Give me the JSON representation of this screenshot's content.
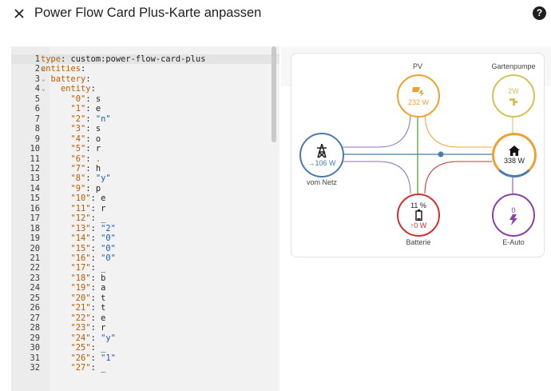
{
  "header": {
    "title": "Power Flow Card Plus-Karte anpassen",
    "help": "?"
  },
  "editor": {
    "lines": [
      {
        "n": "1",
        "fold": "",
        "html": [
          [
            "k",
            "type"
          ],
          [
            "p",
            ": custom:power-flow-card-plus"
          ]
        ]
      },
      {
        "n": "2",
        "fold": "v",
        "html": [
          [
            "k",
            "entities"
          ],
          [
            "p",
            ":"
          ]
        ]
      },
      {
        "n": "3",
        "fold": "v",
        "html": [
          [
            "p",
            "  "
          ],
          [
            "k",
            "battery"
          ],
          [
            "p",
            ":"
          ]
        ]
      },
      {
        "n": "4",
        "fold": "v",
        "html": [
          [
            "p",
            "    "
          ],
          [
            "k",
            "entity"
          ],
          [
            "p",
            ":"
          ]
        ]
      },
      {
        "n": "5",
        "fold": "",
        "html": [
          [
            "p",
            "      "
          ],
          [
            "k",
            "\"0\""
          ],
          [
            "p",
            ": s"
          ]
        ]
      },
      {
        "n": "6",
        "fold": "",
        "html": [
          [
            "p",
            "      "
          ],
          [
            "k",
            "\"1\""
          ],
          [
            "p",
            ": e"
          ]
        ]
      },
      {
        "n": "7",
        "fold": "",
        "html": [
          [
            "p",
            "      "
          ],
          [
            "k",
            "\"2\""
          ],
          [
            "p",
            ": "
          ],
          [
            "s",
            "\"n\""
          ]
        ]
      },
      {
        "n": "8",
        "fold": "",
        "html": [
          [
            "p",
            "      "
          ],
          [
            "k",
            "\"3\""
          ],
          [
            "p",
            ": s"
          ]
        ]
      },
      {
        "n": "9",
        "fold": "",
        "html": [
          [
            "p",
            "      "
          ],
          [
            "k",
            "\"4\""
          ],
          [
            "p",
            ": o"
          ]
        ]
      },
      {
        "n": "10",
        "fold": "",
        "html": [
          [
            "p",
            "      "
          ],
          [
            "k",
            "\"5\""
          ],
          [
            "p",
            ": r"
          ]
        ]
      },
      {
        "n": "11",
        "fold": "",
        "html": [
          [
            "p",
            "      "
          ],
          [
            "k",
            "\"6\""
          ],
          [
            "p",
            ": "
          ],
          [
            "k",
            "."
          ]
        ]
      },
      {
        "n": "12",
        "fold": "",
        "html": [
          [
            "p",
            "      "
          ],
          [
            "k",
            "\"7\""
          ],
          [
            "p",
            ": h"
          ]
        ]
      },
      {
        "n": "13",
        "fold": "",
        "html": [
          [
            "p",
            "      "
          ],
          [
            "k",
            "\"8\""
          ],
          [
            "p",
            ": "
          ],
          [
            "s",
            "\"y\""
          ]
        ]
      },
      {
        "n": "14",
        "fold": "",
        "html": [
          [
            "p",
            "      "
          ],
          [
            "k",
            "\"9\""
          ],
          [
            "p",
            ": p"
          ]
        ]
      },
      {
        "n": "15",
        "fold": "",
        "html": [
          [
            "p",
            "      "
          ],
          [
            "k",
            "\"10\""
          ],
          [
            "p",
            ": e"
          ]
        ]
      },
      {
        "n": "16",
        "fold": "",
        "html": [
          [
            "p",
            "      "
          ],
          [
            "k",
            "\"11\""
          ],
          [
            "p",
            ": r"
          ]
        ]
      },
      {
        "n": "17",
        "fold": "",
        "html": [
          [
            "p",
            "      "
          ],
          [
            "k",
            "\"12\""
          ],
          [
            "p",
            ": _"
          ]
        ]
      },
      {
        "n": "18",
        "fold": "",
        "html": [
          [
            "p",
            "      "
          ],
          [
            "k",
            "\"13\""
          ],
          [
            "p",
            ": "
          ],
          [
            "s",
            "\"2\""
          ]
        ]
      },
      {
        "n": "19",
        "fold": "",
        "html": [
          [
            "p",
            "      "
          ],
          [
            "k",
            "\"14\""
          ],
          [
            "p",
            ": "
          ],
          [
            "s",
            "\"0\""
          ]
        ]
      },
      {
        "n": "20",
        "fold": "",
        "html": [
          [
            "p",
            "      "
          ],
          [
            "k",
            "\"15\""
          ],
          [
            "p",
            ": "
          ],
          [
            "s",
            "\"0\""
          ]
        ]
      },
      {
        "n": "21",
        "fold": "",
        "html": [
          [
            "p",
            "      "
          ],
          [
            "k",
            "\"16\""
          ],
          [
            "p",
            ": "
          ],
          [
            "s",
            "\"0\""
          ]
        ]
      },
      {
        "n": "22",
        "fold": "",
        "html": [
          [
            "p",
            "      "
          ],
          [
            "k",
            "\"17\""
          ],
          [
            "p",
            ": _"
          ]
        ]
      },
      {
        "n": "23",
        "fold": "",
        "html": [
          [
            "p",
            "      "
          ],
          [
            "k",
            "\"18\""
          ],
          [
            "p",
            ": b"
          ]
        ]
      },
      {
        "n": "24",
        "fold": "",
        "html": [
          [
            "p",
            "      "
          ],
          [
            "k",
            "\"19\""
          ],
          [
            "p",
            ": a"
          ]
        ]
      },
      {
        "n": "25",
        "fold": "",
        "html": [
          [
            "p",
            "      "
          ],
          [
            "k",
            "\"20\""
          ],
          [
            "p",
            ": t"
          ]
        ]
      },
      {
        "n": "26",
        "fold": "",
        "html": [
          [
            "p",
            "      "
          ],
          [
            "k",
            "\"21\""
          ],
          [
            "p",
            ": t"
          ]
        ]
      },
      {
        "n": "27",
        "fold": "",
        "html": [
          [
            "p",
            "      "
          ],
          [
            "k",
            "\"22\""
          ],
          [
            "p",
            ": e"
          ]
        ]
      },
      {
        "n": "28",
        "fold": "",
        "html": [
          [
            "p",
            "      "
          ],
          [
            "k",
            "\"23\""
          ],
          [
            "p",
            ": r"
          ]
        ]
      },
      {
        "n": "29",
        "fold": "",
        "html": [
          [
            "p",
            "      "
          ],
          [
            "k",
            "\"24\""
          ],
          [
            "p",
            ": "
          ],
          [
            "s",
            "\"y\""
          ]
        ]
      },
      {
        "n": "30",
        "fold": "",
        "html": [
          [
            "p",
            "      "
          ],
          [
            "k",
            "\"25\""
          ],
          [
            "p",
            ": _"
          ]
        ]
      },
      {
        "n": "31",
        "fold": "",
        "html": [
          [
            "p",
            "      "
          ],
          [
            "k",
            "\"26\""
          ],
          [
            "p",
            ": "
          ],
          [
            "s",
            "\"1\""
          ]
        ]
      },
      {
        "n": "32",
        "fold": "",
        "html": [
          [
            "p",
            "      "
          ],
          [
            "k",
            "\"27\""
          ],
          [
            "p",
            ": _"
          ]
        ]
      }
    ]
  },
  "card": {
    "pv": {
      "label": "PV",
      "value": "232 W",
      "color": "#f0a030"
    },
    "garden": {
      "label": "Gartenpumpe",
      "value": "2W",
      "color": "#d4c25a"
    },
    "grid": {
      "label": "vom Netz",
      "value": "→106 W",
      "color": "#4a7ab0"
    },
    "home": {
      "value": "338 W",
      "color": "#f0a030"
    },
    "battery": {
      "label": "Batterie",
      "pct": "11 %",
      "value": "↑0 W",
      "color": "#d03030"
    },
    "ev": {
      "label": "E-Auto",
      "value": "0",
      "color": "#8a3fb0"
    }
  }
}
